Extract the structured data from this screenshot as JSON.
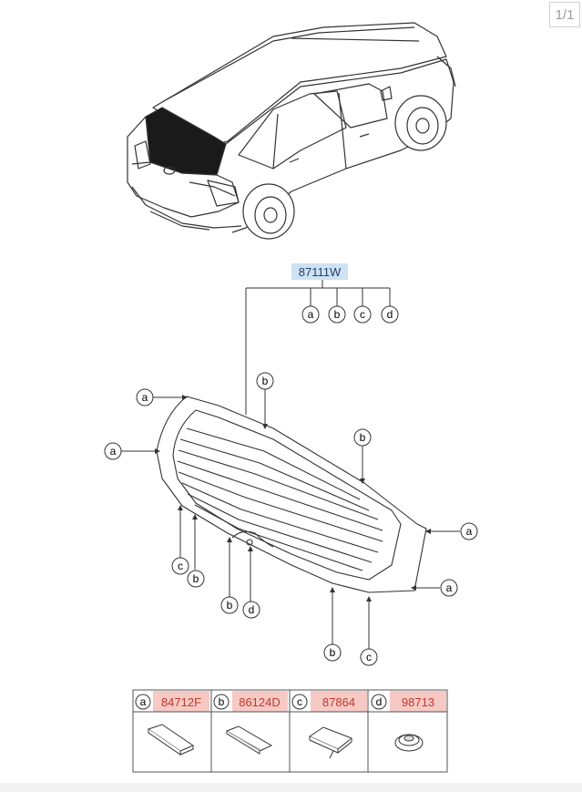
{
  "page_counter": "1/1",
  "main_part": {
    "number": "87111W",
    "highlight": "#cfe2f3"
  },
  "callouts": {
    "a": "a",
    "b": "b",
    "c": "c",
    "d": "d"
  },
  "legend": [
    {
      "letter": "a",
      "part_number": "84712F",
      "icon": "strip-pad-icon"
    },
    {
      "letter": "b",
      "part_number": "86124D",
      "icon": "tape-strip-icon"
    },
    {
      "letter": "c",
      "part_number": "87864",
      "icon": "spacer-block-icon"
    },
    {
      "letter": "d",
      "part_number": "98713",
      "icon": "grommet-icon"
    }
  ],
  "colors": {
    "line": "#333333",
    "glass": "#1a1a1a",
    "part_highlight": "#f6c9c4"
  }
}
